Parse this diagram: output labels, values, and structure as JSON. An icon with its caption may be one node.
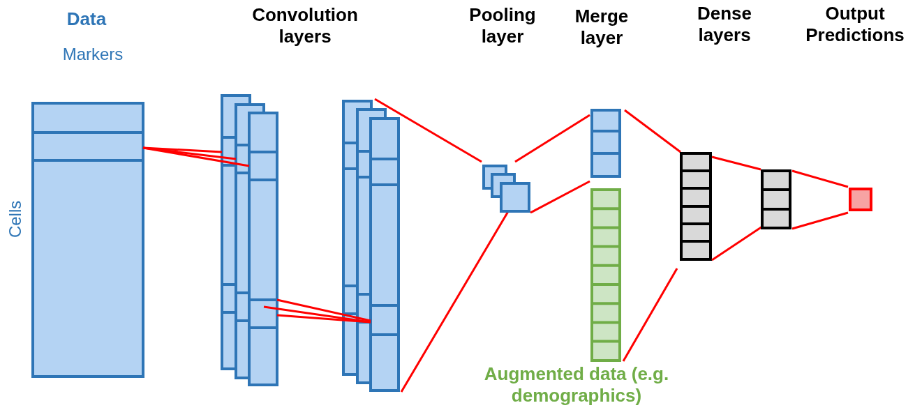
{
  "diagram": {
    "labels": [
      "Data",
      "Markers",
      "Convolution layers",
      "Pooling layer",
      "Merge layer",
      "Dense layers",
      "Output Predictions",
      "Cells",
      "Augmented data (e.g. demographics)"
    ]
  }
}
